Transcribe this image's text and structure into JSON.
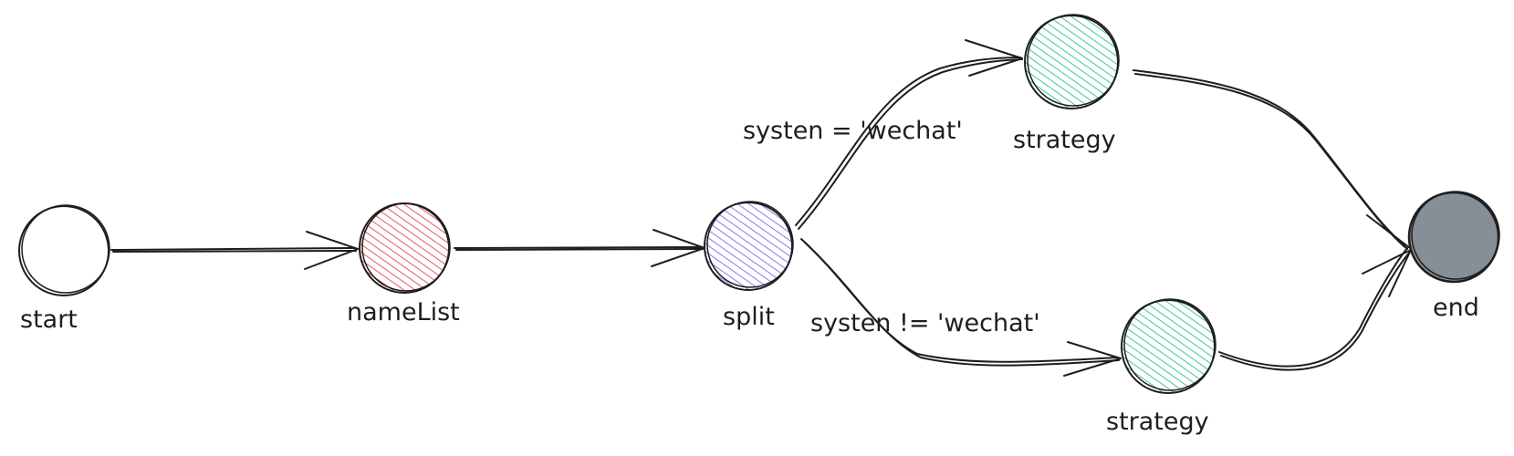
{
  "diagram": {
    "nodes": [
      {
        "id": "start",
        "label": "start",
        "fill": "#ffffff"
      },
      {
        "id": "nameList",
        "label": "nameList",
        "fill": "#e03131"
      },
      {
        "id": "split",
        "label": "split",
        "fill": "#7950f2"
      },
      {
        "id": "strategy_top",
        "label": "strategy",
        "fill": "#12b886"
      },
      {
        "id": "strategy_bottom",
        "label": "strategy",
        "fill": "#12b886"
      },
      {
        "id": "end",
        "label": "end",
        "fill": "#868e96"
      }
    ],
    "edges": [
      {
        "from": "start",
        "to": "nameList",
        "label": ""
      },
      {
        "from": "nameList",
        "to": "split",
        "label": ""
      },
      {
        "from": "split",
        "to": "strategy_top",
        "label": "systen = 'wechat'"
      },
      {
        "from": "split",
        "to": "strategy_bottom",
        "label": "systen != 'wechat'"
      },
      {
        "from": "strategy_top",
        "to": "end",
        "label": ""
      },
      {
        "from": "strategy_bottom",
        "to": "end",
        "label": ""
      }
    ],
    "stroke_color": "#1e1e1e"
  }
}
